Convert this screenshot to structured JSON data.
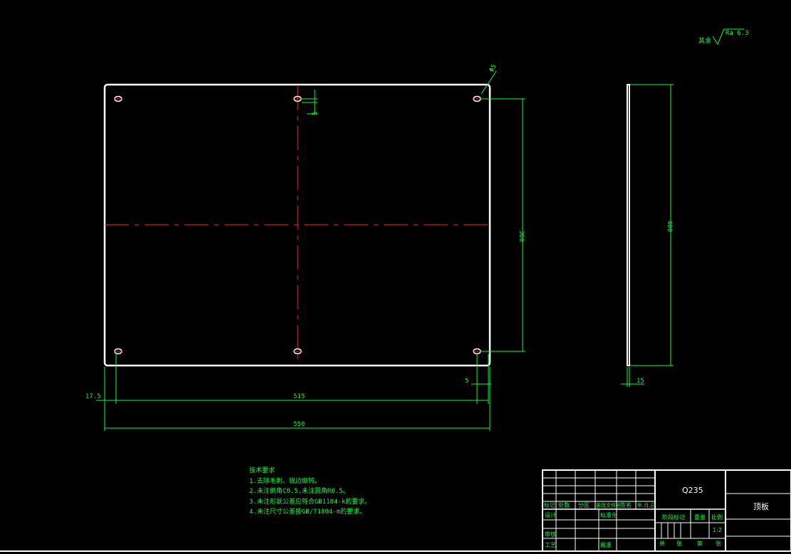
{
  "colors": {
    "background": "#000000",
    "outline": "#ffffff",
    "dimension": "#00ff40",
    "centerline": "#ff2020"
  },
  "dimensions": {
    "hole_dia": "Φ5",
    "top_offset": "5",
    "height_outer": "360",
    "side_height": "400",
    "thickness": "15",
    "hole_pitch": "515",
    "overall_width": "550",
    "edge_offset": "17.5",
    "right_offset": "5"
  },
  "roughness": {
    "prefix": "其余",
    "value": "Ra 6.3"
  },
  "tech_requirements": {
    "title": "技术要求",
    "items": [
      "1.去除毛刺、锐边倒钝。",
      "2.未注倒角C0.5,未注圆角R0.5。",
      "3.未注形状公差应符合GB1184-k的要求。",
      "4.未注尺寸公差按GB/T1804-m的要求。"
    ]
  },
  "title_block": {
    "material": "Q235",
    "part_name": "顶板",
    "row_headers": [
      "标记",
      "处数",
      "分区",
      "更改文件号",
      "签名",
      "年.月.日"
    ],
    "designer": "设计",
    "standardization": "标准化",
    "checker": "审核",
    "process": "工艺",
    "approve": "批准",
    "stage_mark": "阶段标记",
    "weight": "重量",
    "scale_label": "比例",
    "scale": "1:2",
    "sheet_count": [
      "共",
      "张",
      "第",
      "张"
    ]
  }
}
